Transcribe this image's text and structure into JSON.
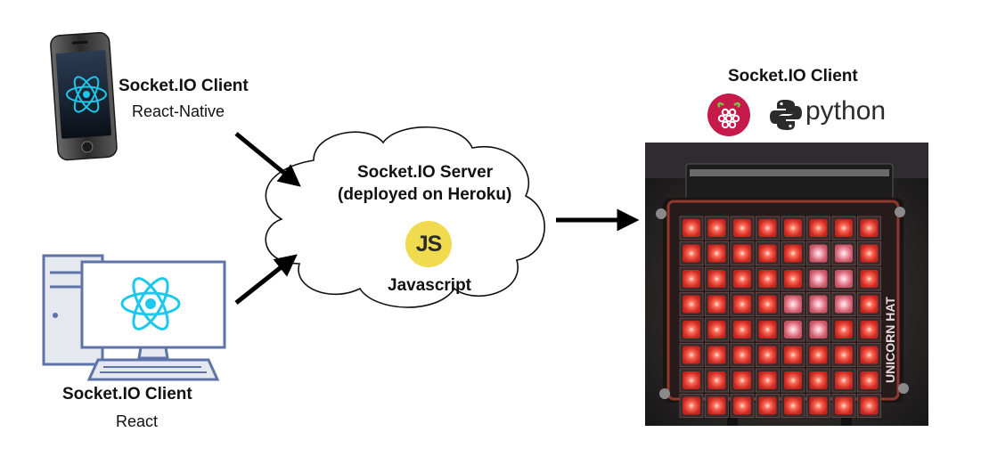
{
  "phone_client": {
    "title": "Socket.IO Client",
    "subtitle": "React-Native"
  },
  "desktop_client": {
    "title": "Socket.IO Client",
    "subtitle": "React"
  },
  "server": {
    "title_line1": "Socket.IO Server",
    "title_line2": "(deployed on Heroku)",
    "js_badge": "JS",
    "language": "Javascript"
  },
  "pi_client": {
    "title": "Socket.IO Client",
    "python_wordmark": "python"
  },
  "device_labels": {
    "hat_text": "UNICORN HAT"
  },
  "colors": {
    "react_blue": "#1ec8ec",
    "js_yellow": "#f0db4f",
    "raspberry": "#c51a4a",
    "led_on": "#ff4a3a"
  }
}
